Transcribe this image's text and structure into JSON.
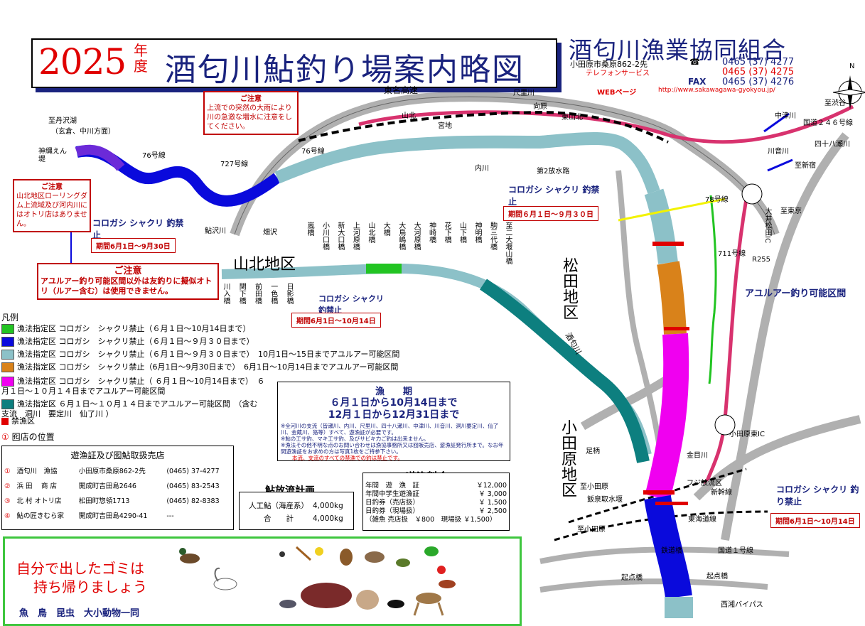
{
  "title": {
    "year": "2025",
    "nendo": "年度",
    "main": "酒匂川鮎釣り場案内略図"
  },
  "org": {
    "name": "酒匂川漁業協同組合",
    "address": "小田原市桑原862-2先",
    "tel_label": "☎",
    "tel": "0465 (37) 4277",
    "tel_service_label": "テレフォンサービス",
    "tel_service": "0465 (37) 4275",
    "fax_label": "FAX",
    "fax": "0465 (37) 4276",
    "web_label": "WEBページ",
    "web_url": "http://www.sakawagawa-gyokyou.jp/"
  },
  "compass": {
    "north": "N"
  },
  "notices": {
    "flood_title": "ご注意",
    "flood_text": "上流での突然の大雨により川の急激な増水に注意をしてください。",
    "upstream_title": "ご注意",
    "upstream_text": "山北地区ローリングダム上流域及び河内川にはオトリ店はありません。",
    "lure_title": "ご注意",
    "lure_text": "アユルアー釣り可能区間以外は友釣りに擬似オトリ（ルアー含む）は使用できません。"
  },
  "bans": [
    {
      "title": "コロガシ シャクリ",
      "suffix": "釣禁止",
      "period": "期間6月1日～9月30日"
    },
    {
      "title": "コロガシ シャクリ",
      "suffix": "釣禁止",
      "period": "期間６月１日～９月３０日"
    },
    {
      "title": "コロガシ シャクリ",
      "suffix": "釣禁止",
      "period": "期間6月1日～10月14日"
    },
    {
      "title": "コロガシ シャクリ",
      "suffix": "釣り禁止",
      "period": "期間6月1日～10月14日"
    }
  ],
  "areas": {
    "yamakita": "山北地区",
    "matsuda": "松田地区",
    "odawara": "小田原地区",
    "lure_zone": "アユルアー釣り可能区間"
  },
  "places": {
    "tomei": "東名高速",
    "kakumegawa": "尺里川",
    "nishimaru": "至丹沢湖",
    "nishimaru2": "（玄倉、中川方面）",
    "kanagawa": "神縄えん堤",
    "r76a": "76号線",
    "r727": "727号線",
    "r76b": "76号線",
    "yamakita_st": "山北",
    "miyaji": "宮地",
    "mukaihara": "向原",
    "higashiyamakita": "東山北",
    "tobisawa": "鮎沢川",
    "hatazawa": "畑沢",
    "kawauchi": "内川",
    "daini": "第2放水路",
    "nakatsugawa": "中津川",
    "r246": "国道２４６号線",
    "shibuya": "至渋谷",
    "yotsumaki": "四十八瀬川",
    "kawaotogawa": "川音川",
    "toshin": "至新宿",
    "tokyo": "至東京",
    "r255": "R255",
    "r711": "711号線",
    "r78": "78号線",
    "oi_ic": "大井松田IC",
    "kinkou": "金目川",
    "shinkansen": "新幹線",
    "tokaido": "東海道線",
    "r1": "国道１号線",
    "seisho": "西湘バイパス",
    "kiten": "起点橋",
    "kiten2": "起点橋",
    "odawara_higashi_ic": "小田原東IC",
    "to_odawara": "至小田原",
    "to_odawara2": "至小田原",
    "iizumi": "飯泉取水堰",
    "sakawa_river": "酒匂川",
    "ashigara": "足柄",
    "fuji_hoso": "フジ放流区",
    "kansen": "鉄道橋"
  },
  "bridges_yamakita": [
    "嵐橋",
    "小川口橋",
    "新大口橋",
    "上河原橋",
    "山北橋",
    "大橋",
    "大鳥嶋橋",
    "大河原橋",
    "神崎橋",
    "花下橋",
    "山下橋",
    "神明橋",
    "駒三代橋",
    "至二大堰山橋"
  ],
  "bridges_lower": [
    "川入橋",
    "関下橋",
    "前田橋",
    "一色橋",
    "日影橋"
  ],
  "legend": {
    "title": "凡例",
    "items": [
      {
        "color": "#22c422",
        "label": "漁法指定区",
        "text": "コロガシ　シャクリ禁止（６月１日～10月14日まで）"
      },
      {
        "color": "#0a0adc",
        "label": "漁法指定区",
        "text": "コロガシ　シャクリ禁止（６月１日～９月３０日まで）"
      },
      {
        "color": "#8cc1c8",
        "label": "漁法指定区",
        "text": "コロガシ　シャクリ禁止（６月１日～９月３０日まで）　10月1日～15日までアユルアー可能区間"
      },
      {
        "color": "#d9821a",
        "label": "漁法指定区",
        "text": "コロガシ　シャクリ禁止（6月1日～9月30日まで）　6月1日～10月14日までアユルアー可能区間"
      },
      {
        "color": "#f000f0",
        "label": "漁法指定区",
        "text": "コロガシ　シャクリ禁止（ ６月１日～10月14日まで）　６月１日～１０月１４日までアユルアー可能区間"
      },
      {
        "color": "#0d7f7f",
        "label": "漁法指定区",
        "text": "６月１日～１０月１４日までアユルアー可能区間　（含む　支流　洞川　要定川　仙了川 ）"
      }
    ],
    "ban": "禁漁区",
    "shop": "囮店の位置"
  },
  "shop_table": {
    "title": "遊漁証及び囮鮎取扱売店",
    "rows": [
      {
        "no": "①",
        "name": "酒匂川　漁協",
        "addr": "小田原市桑原862-2先",
        "tel": "(0465) 37-4277"
      },
      {
        "no": "②",
        "name": "浜 田　 商 店",
        "addr": "開成町吉田島2646",
        "tel": "(0465) 83-2543"
      },
      {
        "no": "③",
        "name": "北 村 オトリ店",
        "addr": "松田町惣領1713",
        "tel": "(0465) 82-8383"
      },
      {
        "no": "④",
        "name": "鮎の匠きむら家",
        "addr": "開成町吉田島4290-41",
        "tel": "---"
      }
    ]
  },
  "season": {
    "title": "漁　　期",
    "line1": "６月１日から10月14日まで",
    "line2": "12月１日から12月31日まで",
    "note1": "※全河川の支流（皆瀬川、内川、尺里川、四十八瀬川、中津川、川音川、洞川要定川、仙了川、金蔵川、狢等）すべて、遊漁証が必要です。",
    "note2": "※鮎の工サ釣、マキ工サ釣、及びサビキ力ご釣は出来ません。",
    "note3": "※漁法その他不明な点のお問い合わせは漁協事務所又は囮販売店、遊漁証発行所まで。なお年間遊漁証をお求めの方は写真1枚をご持参下さい。",
    "note4": "本流、支流のすべての禁漁での釣は禁止です。"
  },
  "fees": {
    "title": "遊漁料金",
    "rows": [
      {
        "name": "年間　遊　漁　証",
        "price": "￥12,000"
      },
      {
        "name": "年間中学生遊漁証",
        "price": "￥ 3,000"
      },
      {
        "name": "日釣券（売店扱）",
        "price": "￥ 1,500"
      },
      {
        "name": "日釣券（現場扱）",
        "price": "￥ 2,500"
      },
      {
        "name": "（雑魚 売店扱　￥800　現場扱 ￥1,500）",
        "price": ""
      }
    ]
  },
  "release": {
    "title": "鮎放流計画",
    "rows": [
      {
        "name": "人工鮎（海産系）",
        "amount": "4,000kg"
      },
      {
        "name": "合　　計",
        "amount": "4,000kg"
      }
    ]
  },
  "trash": {
    "line1": "自分で出したゴミは",
    "line2": "持ち帰りましょう",
    "signature": "魚　鳥　昆虫　大小動物一同"
  }
}
